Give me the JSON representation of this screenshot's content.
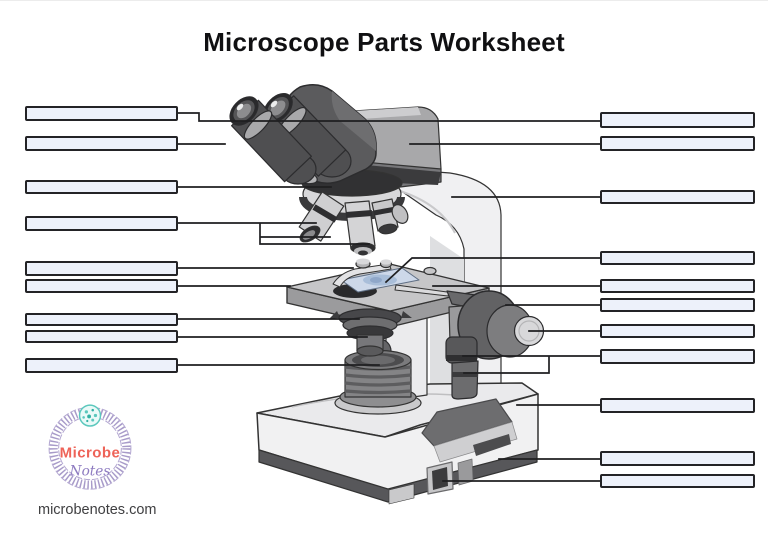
{
  "page": {
    "title": "Microscope Parts Worksheet",
    "background": "#ffffff"
  },
  "worksheet": {
    "subject": "binocular compound microscope diagram with blank label boxes",
    "left_blank_count": 9,
    "right_blank_count": 11,
    "box_fill": "#edf1fa",
    "box_border": "#232326",
    "leader_line_color": "#1f1f21"
  },
  "logo": {
    "line1": "Microbe",
    "line2": "Notes",
    "colors": {
      "wreath": "#a89bc9",
      "microbe_dot": "#57c7bc",
      "line1": "#ee6358",
      "line2": "#8d7ac0"
    }
  },
  "footer": {
    "website": "microbenotes.com"
  }
}
